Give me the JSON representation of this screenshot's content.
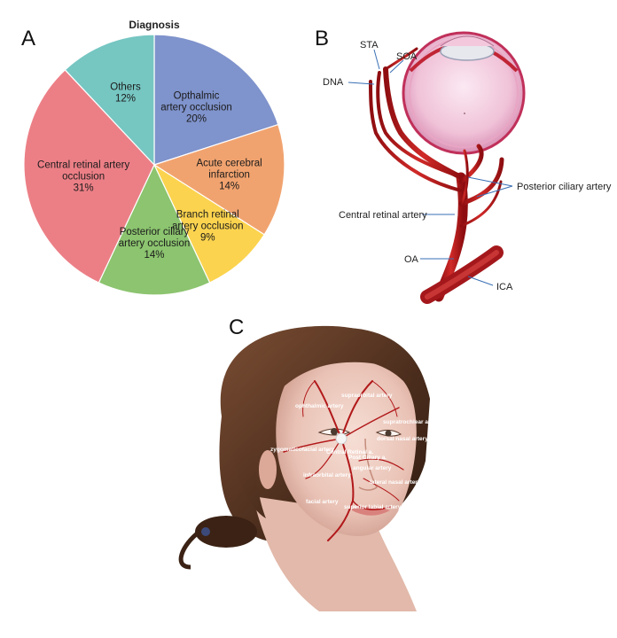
{
  "panels": {
    "a": "A",
    "b": "B",
    "c": "C"
  },
  "chart_data": {
    "type": "pie",
    "title": "Diagnosis",
    "slices": [
      {
        "label_lines": [
          "Opthalmic",
          "artery occlusion",
          "20%"
        ],
        "value": 20,
        "color": "#7f93cc"
      },
      {
        "label_lines": [
          "Acute cerebral",
          "infarction",
          "14%"
        ],
        "value": 14,
        "color": "#f1a36f"
      },
      {
        "label_lines": [
          "Branch retinal",
          "artery occlusion",
          "9%"
        ],
        "value": 9,
        "color": "#fbd34e"
      },
      {
        "label_lines": [
          "Posterior ciliary",
          "artery occlusion",
          "14%"
        ],
        "value": 14,
        "color": "#8cc46f"
      },
      {
        "label_lines": [
          "Central retinal artery",
          "occlusion",
          "31%"
        ],
        "value": 31,
        "color": "#ec7f86"
      },
      {
        "label_lines": [
          "Others",
          "12%"
        ],
        "value": 12,
        "color": "#76c6c2"
      }
    ]
  },
  "eye_diagram": {
    "labels": {
      "sta": "STA",
      "soa": "SOA",
      "dna": "DNA",
      "posterior_ciliary": "Posterior ciliary artery",
      "central_retinal": "Central retinal artery",
      "oa": "OA",
      "ica": "ICA"
    }
  },
  "face_diagram": {
    "labels": {
      "supraorbital": "supraorbital artery",
      "ophthalmic": "ophthalmic artery",
      "supratrochlear": "supratrochlear artery",
      "dorsal_nasal": "dorsal nasal artery",
      "zygomaticofacial": "zygomaticofacial artery",
      "angular": "angular artery",
      "infraorbital": "infraorbital artery",
      "lateral_nasal": "lateral nasal artery",
      "facial": "facial artery",
      "superior_labial": "superior labial artery",
      "post_ciliary": "Post Ciliary a.",
      "central_retinal": "Central Retinal a."
    }
  }
}
